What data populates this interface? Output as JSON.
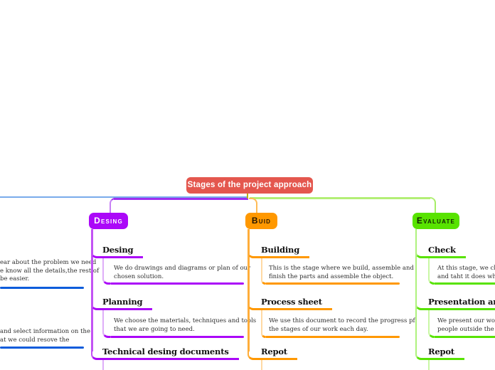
{
  "root": {
    "label": "Stages of the project approach",
    "color": "#e4574e"
  },
  "left_branch": {
    "color": "#0d5cdb",
    "rows": [
      {
        "lines": [
          "ear about the problem we need",
          "e know all the details,the rest of",
          "be easier."
        ]
      },
      {
        "lines": [
          "and select information on the",
          "at we could resove the"
        ]
      }
    ]
  },
  "branches": [
    {
      "id": "desing",
      "label": "Desing",
      "color": "#ab08f8",
      "text_color": "#ffffff",
      "rows": [
        {
          "title": "Desing",
          "body": [
            "We do drawings and diagrams or plan of our",
            "chosen solution."
          ]
        },
        {
          "title": "Planning",
          "body": [
            "We choose the materials, techniques and tools",
            "that we are going to need."
          ]
        },
        {
          "title": "Technical desing documents",
          "body": []
        }
      ]
    },
    {
      "id": "buid",
      "label": "Buid",
      "color": "#ff9800",
      "text_color": "#241500",
      "rows": [
        {
          "title": "Building",
          "body": [
            "This is the stage where we build, assemble and",
            "finish the parts and assemble the object."
          ]
        },
        {
          "title": "Process sheet",
          "body": [
            "We use this document to record the progress pf",
            "the stages of our work each day."
          ]
        },
        {
          "title": "Repot",
          "body": []
        }
      ]
    },
    {
      "id": "evaluate",
      "label": "Evaluate",
      "color": "#58e300",
      "text_color": "#0f2400",
      "rows": [
        {
          "title": "Check",
          "body": [
            "At this stage, we check t",
            "and taht it does what w"
          ]
        },
        {
          "title": "Presentation and assess",
          "body": [
            "We present our work an",
            "people outside the grou"
          ]
        },
        {
          "title": "Repot",
          "body": []
        }
      ]
    }
  ]
}
